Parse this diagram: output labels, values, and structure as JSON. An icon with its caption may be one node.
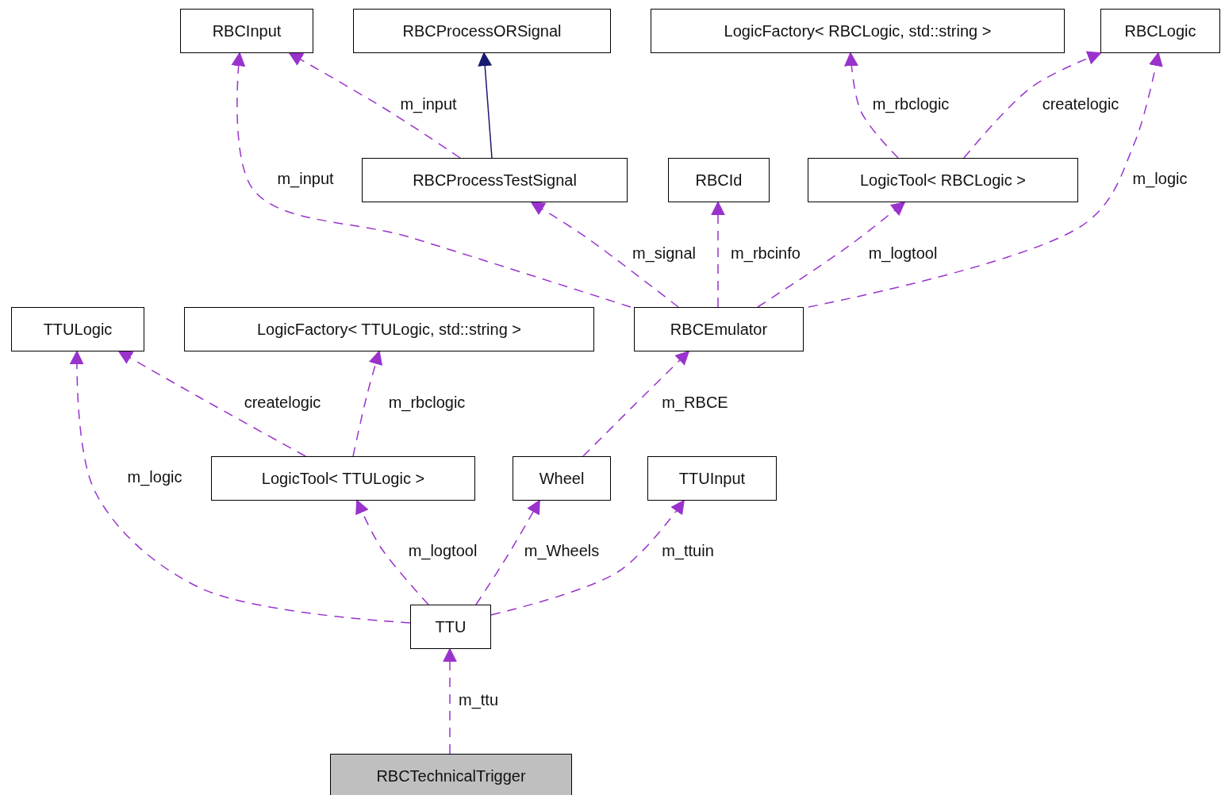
{
  "diagram": {
    "nodes": [
      {
        "text": [
          "RBCInput"
        ]
      },
      {
        "text": [
          "RBCProcessORSignal"
        ]
      },
      {
        "text": [
          "LogicFactory< RBCLogic, std::string >"
        ]
      },
      {
        "text": [
          "RBCLogic"
        ]
      },
      {
        "text": [
          "RBCProcessTestSignal"
        ]
      },
      {
        "text": [
          "RBCId"
        ]
      },
      {
        "text": [
          "LogicTool< RBCLogic >"
        ]
      },
      {
        "text": [
          "TTULogic"
        ]
      },
      {
        "text": [
          "LogicFactory< TTULogic, std::string >"
        ]
      },
      {
        "text": [
          "RBCEmulator"
        ]
      },
      {
        "text": [
          "LogicTool< TTULogic >"
        ]
      },
      {
        "text": [
          "Wheel"
        ]
      },
      {
        "text": [
          "TTUInput"
        ]
      },
      {
        "text": [
          "TTU"
        ]
      },
      {
        "text": [
          "RBCTechnicalTrigger"
        ]
      }
    ],
    "edges": [
      {
        "from": 4,
        "to": 0,
        "arrow": "to",
        "label": "m_input",
        "style": "dashed"
      },
      {
        "from": 4,
        "to": 1,
        "arrow": "to",
        "color": "#191970"
      },
      {
        "from": 6,
        "to": 2,
        "arrow": "to",
        "label": "m_rbclogic",
        "style": "dashed"
      },
      {
        "from": 6,
        "to": 3,
        "arrow": "to",
        "label": "createlogic",
        "style": "dashed"
      },
      {
        "from": 9,
        "to": 0,
        "arrow": "to",
        "label": "m_input",
        "style": "dashed"
      },
      {
        "from": 9,
        "to": 4,
        "arrow": "to",
        "label": "m_signal",
        "style": "dashed"
      },
      {
        "from": 9,
        "to": 5,
        "arrow": "to",
        "label": "m_rbcinfo",
        "style": "dashed"
      },
      {
        "from": 9,
        "to": 6,
        "arrow": "to",
        "label": "m_logtool",
        "style": "dashed"
      },
      {
        "from": 9,
        "to": 3,
        "arrow": "to",
        "label": "m_logic",
        "style": "dashed"
      },
      {
        "from": 10,
        "to": 7,
        "arrow": "to",
        "label": "createlogic",
        "style": "dashed"
      },
      {
        "from": 10,
        "to": 8,
        "arrow": "to",
        "label": "m_rbclogic",
        "style": "dashed"
      },
      {
        "from": 11,
        "to": 9,
        "arrow": "to",
        "label": "m_RBCE",
        "style": "dashed"
      },
      {
        "from": 13,
        "to": 7,
        "arrow": "to",
        "label": "m_logic",
        "style": "dashed"
      },
      {
        "from": 13,
        "to": 10,
        "arrow": "to",
        "label": "m_logtool",
        "style": "dashed"
      },
      {
        "from": 13,
        "to": 11,
        "arrow": "to",
        "label": "m_Wheels",
        "style": "dashed"
      },
      {
        "from": 13,
        "to": 12,
        "arrow": "to",
        "label": "m_ttuin",
        "style": "dashed"
      },
      {
        "from": 14,
        "to": 13,
        "arrow": "to",
        "label": "m_ttu",
        "style": "dashed"
      }
    ]
  }
}
